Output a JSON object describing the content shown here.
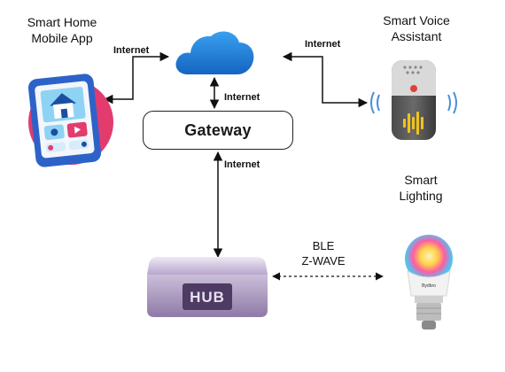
{
  "nodes": {
    "mobile_app": {
      "label_line1": "Smart Home",
      "label_line2": "Mobile App"
    },
    "voice_assistant": {
      "label_line1": "Smart Voice",
      "label_line2": "Assistant"
    },
    "smart_lighting": {
      "label_line1": "Smart",
      "label_line2": "Lighting"
    },
    "gateway": {
      "label": "Gateway"
    },
    "hub": {
      "label": "HUB"
    },
    "bulb": {
      "brand": "Bydbro"
    }
  },
  "edges": {
    "app_cloud": "Internet",
    "cloud_voice": "Internet",
    "cloud_gateway": "Internet",
    "gateway_hub": "Internet",
    "hub_bulb_line1": "BLE",
    "hub_bulb_line2": "Z-WAVE"
  },
  "icons": [
    "cloud-icon",
    "mobile-app-icon",
    "smart-speaker-icon",
    "hub-device-icon",
    "smart-bulb-icon"
  ],
  "colors": {
    "cloud": "#1e88e5",
    "app_circle": "#e23c6e",
    "phone_body": "#2d63c8",
    "hub_body": "#c7b8d9",
    "speaker_glow": "#f2c318"
  }
}
